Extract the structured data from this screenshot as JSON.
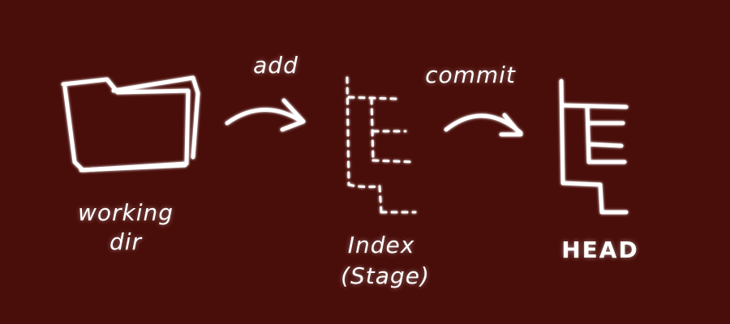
{
  "diagram": {
    "background_color": "#4a0e0a",
    "stroke_color": "#ffffff",
    "nodes": [
      {
        "id": "working-dir",
        "icon": "folder-icon",
        "label_line1": "working",
        "label_line2": "dir"
      },
      {
        "id": "index",
        "icon": "index-tree-icon",
        "label_line1": "Index",
        "label_line2": "(Stage)"
      },
      {
        "id": "head",
        "icon": "head-tree-icon",
        "label_line1": "HEAD"
      }
    ],
    "edges": [
      {
        "from": "working-dir",
        "to": "index",
        "label": "add"
      },
      {
        "from": "index",
        "to": "head",
        "label": "commit"
      }
    ]
  }
}
